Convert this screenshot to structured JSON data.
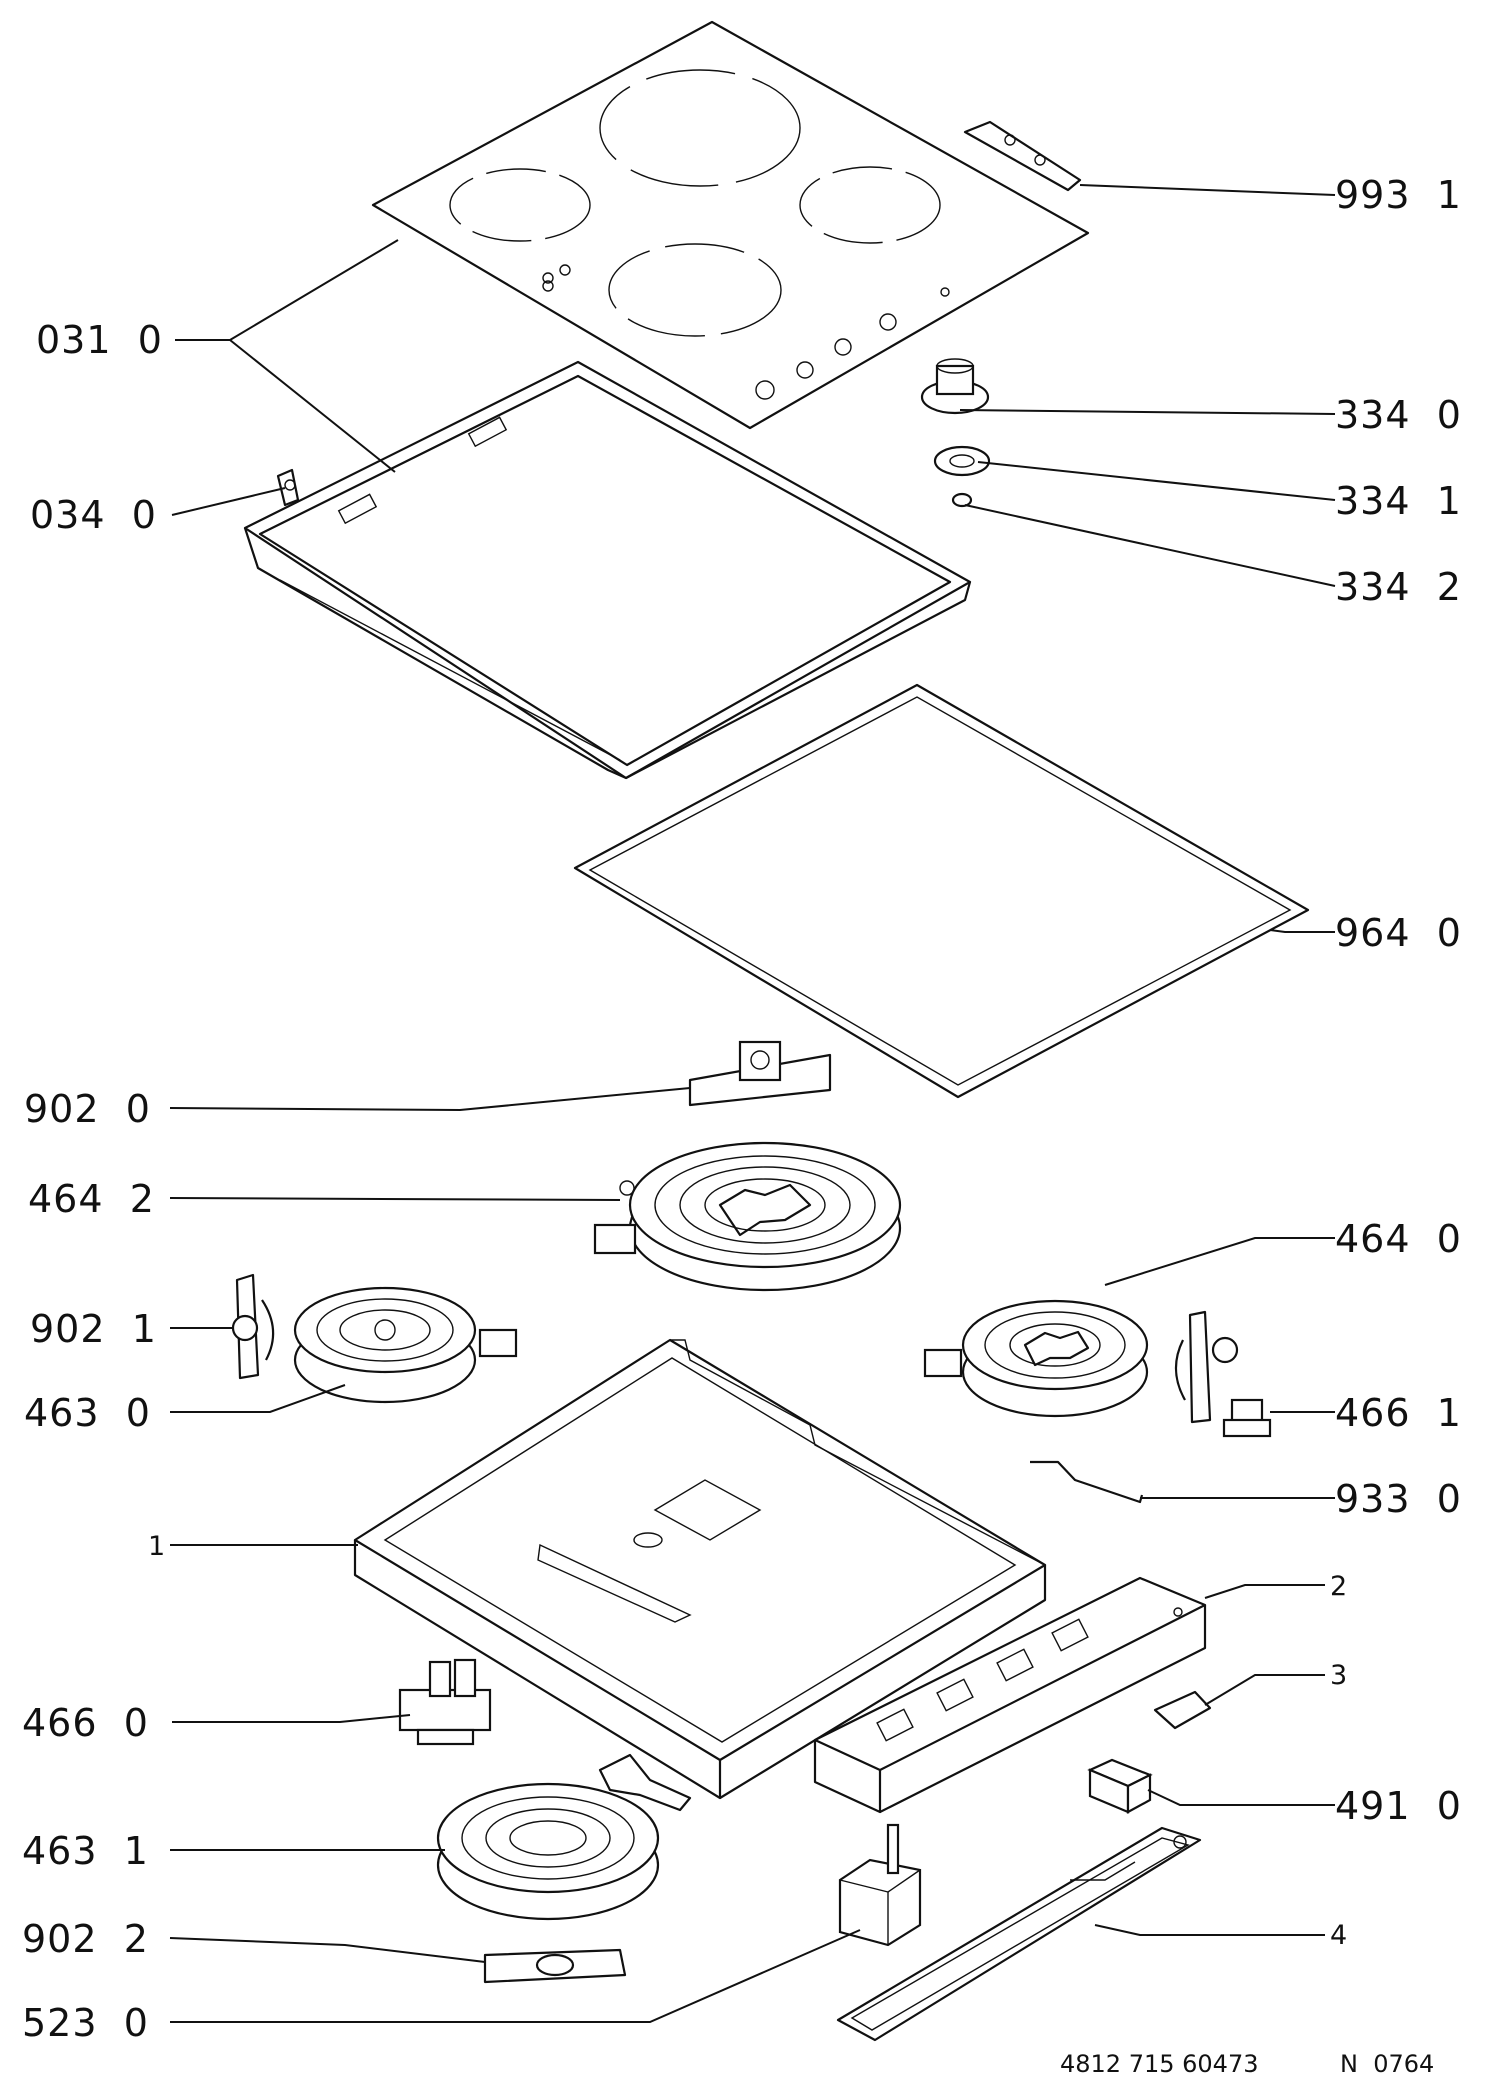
{
  "labels": {
    "l993_1": "993  1",
    "l031_0": "031  0",
    "l334_0": "334  0",
    "l334_1": "334  1",
    "l334_2": "334  2",
    "l034_0": "034  0",
    "l964_0": "964  0",
    "l902_0": "902  0",
    "l464_2": "464  2",
    "l464_0": "464  0",
    "l902_1": "902  1",
    "l463_0": "463  0",
    "l466_1": "466  1",
    "l933_0": "933  0",
    "l1": "1",
    "l2": "2",
    "l3": "3",
    "l466_0": "466  0",
    "l491_0": "491  0",
    "l463_1": "463  1",
    "l902_2": "902  2",
    "l4": "4",
    "l523_0": "523  0"
  },
  "footer": {
    "code": "4812 715 60473",
    "ref": "N  0764"
  }
}
